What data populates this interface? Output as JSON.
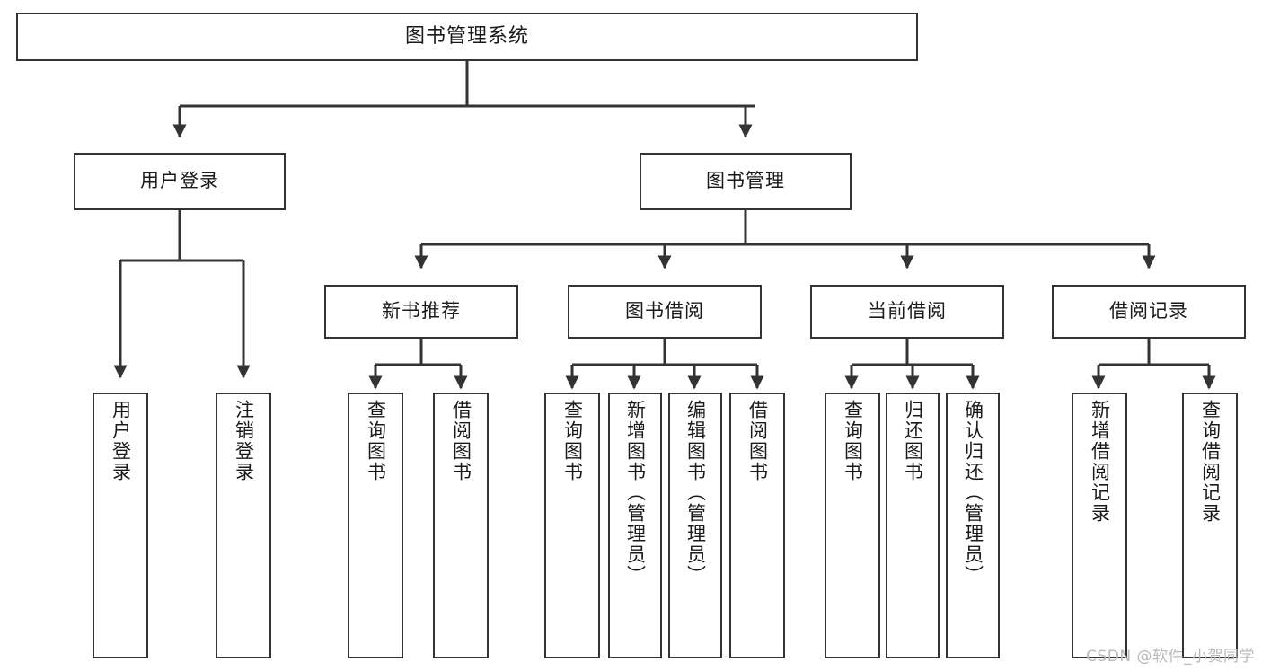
{
  "diagram": {
    "title": "图书管理系统",
    "type": "tree",
    "nodes": {
      "root": {
        "label": "图书管理系统",
        "orientation": "horizontal"
      },
      "l2": [
        {
          "id": "user-login",
          "label": "用户登录",
          "orientation": "horizontal"
        },
        {
          "id": "book-management",
          "label": "图书管理",
          "orientation": "horizontal"
        }
      ],
      "l3": [
        {
          "id": "new-book-recommend",
          "label": "新书推荐",
          "orientation": "horizontal"
        },
        {
          "id": "book-borrow",
          "label": "图书借阅",
          "orientation": "horizontal"
        },
        {
          "id": "current-borrow",
          "label": "当前借阅",
          "orientation": "horizontal"
        },
        {
          "id": "borrow-record",
          "label": "借阅记录",
          "orientation": "horizontal"
        }
      ],
      "leaves": [
        {
          "id": "leaf-user-login",
          "label": "用户登录",
          "parent": "user-login"
        },
        {
          "id": "leaf-logout",
          "label": "注销登录",
          "parent": "user-login"
        },
        {
          "id": "leaf-query-book-1",
          "label": "查询图书",
          "parent": "new-book-recommend"
        },
        {
          "id": "leaf-borrow-book-1",
          "label": "借阅图书",
          "parent": "new-book-recommend"
        },
        {
          "id": "leaf-query-book-2",
          "label": "查询图书",
          "parent": "book-borrow"
        },
        {
          "id": "leaf-add-book",
          "label": "新增图书（管理员）",
          "parent": "book-borrow"
        },
        {
          "id": "leaf-edit-book",
          "label": "编辑图书（管理员）",
          "parent": "book-borrow"
        },
        {
          "id": "leaf-borrow-book-2",
          "label": "借阅图书",
          "parent": "book-borrow"
        },
        {
          "id": "leaf-query-book-3",
          "label": "查询图书",
          "parent": "current-borrow"
        },
        {
          "id": "leaf-return-book",
          "label": "归还图书",
          "parent": "current-borrow"
        },
        {
          "id": "leaf-confirm-return",
          "label": "确认归还（管理员）",
          "parent": "current-borrow"
        },
        {
          "id": "leaf-add-record",
          "label": "新增借阅记录",
          "parent": "borrow-record"
        },
        {
          "id": "leaf-query-record",
          "label": "查询借阅记录",
          "parent": "borrow-record"
        }
      ]
    },
    "colors": {
      "border": "#333333",
      "background": "#ffffff",
      "text": "#1a1a1a",
      "watermark": "#b9b9b9"
    }
  },
  "watermark": {
    "text": "CSDN @软件_小贺同学"
  }
}
